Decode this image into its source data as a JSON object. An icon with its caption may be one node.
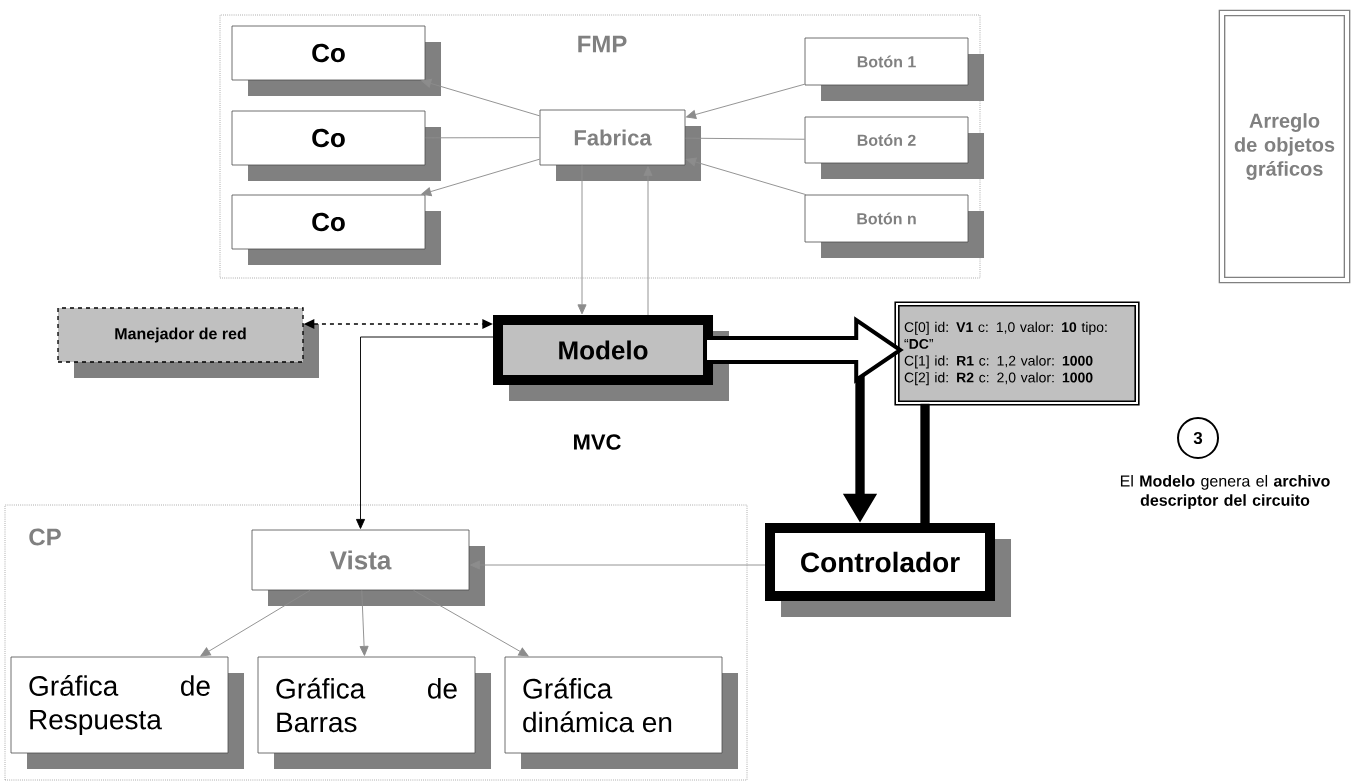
{
  "diagram": {
    "nodes": [
      {
        "text": [
          "FMP"
        ]
      },
      {
        "text": [
          "Co"
        ],
        "in": 0
      },
      {
        "text": [
          "Co"
        ],
        "in": 0
      },
      {
        "text": [
          "Co"
        ],
        "in": 0
      },
      {
        "text": [
          "Fabrica"
        ],
        "in": 0
      },
      {
        "text": [
          "Botón 1"
        ],
        "in": 0
      },
      {
        "text": [
          "Botón 2"
        ],
        "in": 0
      },
      {
        "text": [
          "Botón n"
        ],
        "in": 0
      },
      {
        "text": [
          "Arreglo de objetos gráficos"
        ]
      },
      {
        "text": [
          "Manejador de red"
        ]
      },
      {
        "text": [
          "Modelo"
        ]
      },
      {
        "text": [
          "C[0] id: **V1** c: 1,0 valor: **10** tipo: “**DC**”",
          "C[1] id: **R1** c: 1,2 valor: **1000**",
          "C[2] id: **R2** c: 2,0 valor: **1000**"
        ]
      },
      {
        "text": [
          "3"
        ],
        "beside": [
          "El **Modelo** genera el **archivo descriptor del circuito**"
        ]
      },
      {
        "text": [
          "CP"
        ]
      },
      {
        "text": [
          "Vista"
        ],
        "in": 13
      },
      {
        "text": [
          "Gráfica de Respuesta"
        ],
        "in": 13
      },
      {
        "text": [
          "Gráfica de Barras"
        ],
        "in": 13
      },
      {
        "text": [
          "Gráfica dinámica en"
        ],
        "in": 13
      },
      {
        "text": [
          "Controlador"
        ]
      }
    ],
    "edges": [
      {
        "from": 4,
        "to": 1,
        "arrow": "to"
      },
      {
        "from": 4,
        "to": 2,
        "arrow": "none"
      },
      {
        "from": 4,
        "to": 3,
        "arrow": "to"
      },
      {
        "from": 5,
        "to": 4,
        "arrow": "to"
      },
      {
        "from": 6,
        "to": 4,
        "arrow": "none"
      },
      {
        "from": 7,
        "to": 4,
        "arrow": "to"
      },
      {
        "from": 4,
        "to": 10,
        "arrow": "to"
      },
      {
        "from": 10,
        "to": 4,
        "arrow": "to"
      },
      {
        "from": 9,
        "to": 10,
        "arrow": "both",
        "style": "dashed",
        "color": "#000000"
      },
      {
        "from": 10,
        "to": 14,
        "arrow": "to",
        "color": "#000000"
      },
      {
        "from": 10,
        "to": 11,
        "arrow": "to",
        "style": "thick",
        "color": "#000000"
      },
      {
        "from": 10,
        "to": 18,
        "arrow": "to",
        "style": "thick",
        "color": "#000000"
      },
      {
        "from": 11,
        "to": 18,
        "arrow": "none",
        "style": "thick",
        "color": "#000000"
      },
      {
        "from": 18,
        "to": 14,
        "arrow": "to"
      },
      {
        "from": 14,
        "to": 15,
        "arrow": "to"
      },
      {
        "from": 14,
        "to": 16,
        "arrow": "to"
      },
      {
        "from": 14,
        "to": 17,
        "arrow": "to"
      }
    ],
    "labels": [
      "MVC"
    ]
  }
}
